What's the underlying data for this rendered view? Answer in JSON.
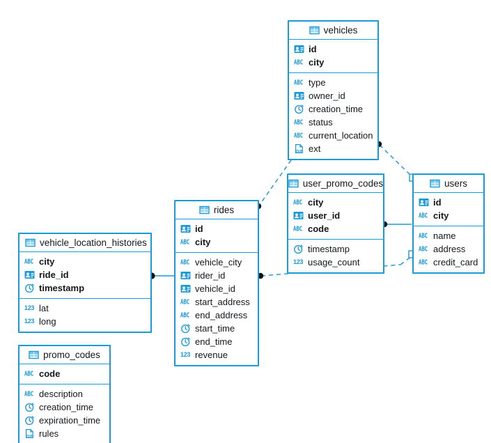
{
  "diagram": {
    "title": "database-er-diagram",
    "accent_color": "#1a9ad7",
    "text_color": "#14171a",
    "background": "#ffffff",
    "edge_style_solid": "solid",
    "edge_style_dashed": "dashed"
  },
  "tables": [
    {
      "id": "vehicles",
      "name": "vehicles",
      "icon": "table-icon",
      "keys": [
        {
          "name": "id",
          "type": "uuid",
          "icon": "id-card-icon"
        },
        {
          "name": "city",
          "type": "string",
          "icon": "abc-icon"
        }
      ],
      "fields": [
        {
          "name": "type",
          "type": "string",
          "icon": "abc-icon"
        },
        {
          "name": "owner_id",
          "type": "uuid",
          "icon": "id-card-icon"
        },
        {
          "name": "creation_time",
          "type": "timestamp",
          "icon": "clock-icon"
        },
        {
          "name": "status",
          "type": "string",
          "icon": "abc-icon"
        },
        {
          "name": "current_location",
          "type": "string",
          "icon": "abc-icon"
        },
        {
          "name": "ext",
          "type": "json",
          "icon": "json-icon"
        }
      ]
    },
    {
      "id": "users",
      "name": "users",
      "icon": "table-icon",
      "keys": [
        {
          "name": "id",
          "type": "uuid",
          "icon": "id-card-icon"
        },
        {
          "name": "city",
          "type": "string",
          "icon": "abc-icon"
        }
      ],
      "fields": [
        {
          "name": "name",
          "type": "string",
          "icon": "abc-icon"
        },
        {
          "name": "address",
          "type": "string",
          "icon": "abc-icon"
        },
        {
          "name": "credit_card",
          "type": "string",
          "icon": "abc-icon"
        }
      ]
    },
    {
      "id": "user_promo_codes",
      "name": "user_promo_codes",
      "icon": "table-icon",
      "keys": [
        {
          "name": "city",
          "type": "string",
          "icon": "abc-icon"
        },
        {
          "name": "user_id",
          "type": "uuid",
          "icon": "id-card-icon"
        },
        {
          "name": "code",
          "type": "string",
          "icon": "abc-icon"
        }
      ],
      "fields": [
        {
          "name": "timestamp",
          "type": "timestamp",
          "icon": "clock-icon"
        },
        {
          "name": "usage_count",
          "type": "number",
          "icon": "number-icon"
        }
      ]
    },
    {
      "id": "rides",
      "name": "rides",
      "icon": "table-icon",
      "keys": [
        {
          "name": "id",
          "type": "uuid",
          "icon": "id-card-icon"
        },
        {
          "name": "city",
          "type": "string",
          "icon": "abc-icon"
        }
      ],
      "fields": [
        {
          "name": "vehicle_city",
          "type": "string",
          "icon": "abc-icon"
        },
        {
          "name": "rider_id",
          "type": "uuid",
          "icon": "id-card-icon"
        },
        {
          "name": "vehicle_id",
          "type": "uuid",
          "icon": "id-card-icon"
        },
        {
          "name": "start_address",
          "type": "string",
          "icon": "abc-icon"
        },
        {
          "name": "end_address",
          "type": "string",
          "icon": "abc-icon"
        },
        {
          "name": "start_time",
          "type": "timestamp",
          "icon": "clock-icon"
        },
        {
          "name": "end_time",
          "type": "timestamp",
          "icon": "clock-icon"
        },
        {
          "name": "revenue",
          "type": "number",
          "icon": "number-icon"
        }
      ]
    },
    {
      "id": "vehicle_location_histories",
      "name": "vehicle_location_histories",
      "icon": "table-icon",
      "keys": [
        {
          "name": "city",
          "type": "string",
          "icon": "abc-icon"
        },
        {
          "name": "ride_id",
          "type": "uuid",
          "icon": "id-card-icon"
        },
        {
          "name": "timestamp",
          "type": "timestamp",
          "icon": "clock-icon"
        }
      ],
      "fields": [
        {
          "name": "lat",
          "type": "number",
          "icon": "number-icon"
        },
        {
          "name": "long",
          "type": "number",
          "icon": "number-icon"
        }
      ]
    },
    {
      "id": "promo_codes",
      "name": "promo_codes",
      "icon": "table-icon",
      "keys": [
        {
          "name": "code",
          "type": "string",
          "icon": "abc-icon"
        }
      ],
      "fields": [
        {
          "name": "description",
          "type": "string",
          "icon": "abc-icon"
        },
        {
          "name": "creation_time",
          "type": "timestamp",
          "icon": "clock-icon"
        },
        {
          "name": "expiration_time",
          "type": "timestamp",
          "icon": "clock-icon"
        },
        {
          "name": "rules",
          "type": "json",
          "icon": "json-icon"
        }
      ]
    }
  ],
  "relationships": [
    {
      "from": "vehicles",
      "to": "user_promo_codes",
      "style": "dashed"
    },
    {
      "from": "vehicles",
      "to": "users",
      "style": "dashed"
    },
    {
      "from": "user_promo_codes",
      "to": "users",
      "style": "solid"
    },
    {
      "from": "rides",
      "to": "users",
      "style": "dashed"
    },
    {
      "from": "rides",
      "to": "user_promo_codes",
      "style": "dashed"
    },
    {
      "from": "vehicle_location_histories",
      "to": "rides",
      "style": "solid"
    }
  ]
}
